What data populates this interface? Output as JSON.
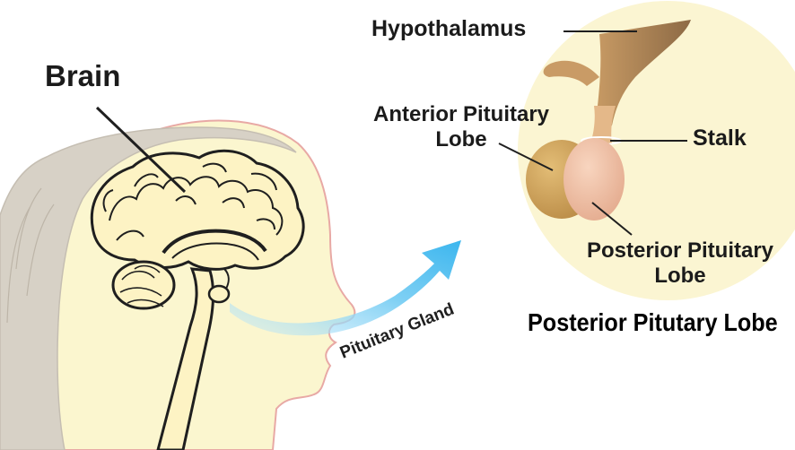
{
  "labels": {
    "brain": "Brain",
    "hypothalamus": "Hypothalamus",
    "anterior_line1": "Anterior Pituitary",
    "anterior_line2": "Lobe",
    "stalk": "Stalk",
    "posterior_line1": "Posterior Pituitary",
    "posterior_line2": "Lobe",
    "pituitary_gland": "Pituitary Gland",
    "caption": "Posterior Pitutary Lobe"
  },
  "colors": {
    "skin": "#fbf6cf",
    "hair": "#d7d1c6",
    "outline": "#e8a9a5",
    "brain": "#fdf3c4",
    "inset_circle": "#fbf5d2",
    "hypothalamus": "#b98f5c",
    "anterior_lobe": "#d4a861",
    "posterior_lobe": "#f2c1a5",
    "arrow": "#53c0f0"
  }
}
